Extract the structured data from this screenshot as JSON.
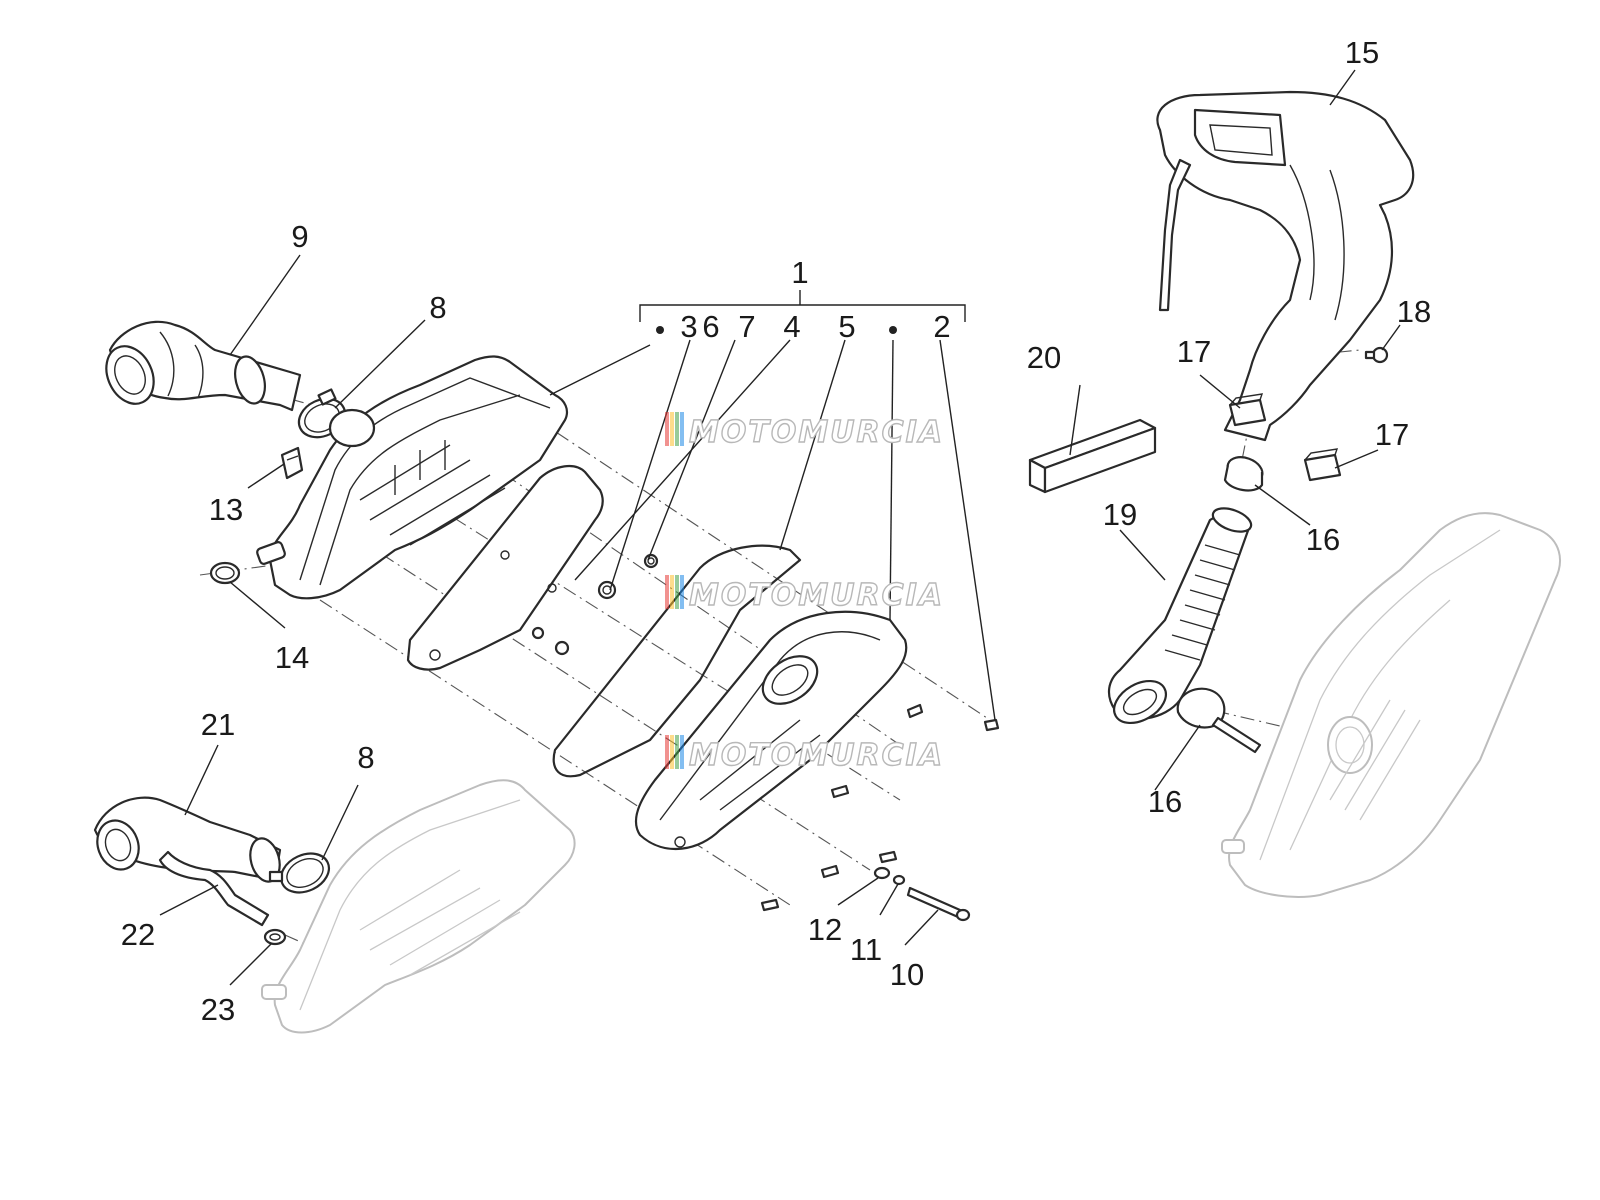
{
  "watermarks": [
    "MOTOMURCIA",
    "MOTOMURCIA",
    "MOTOMURCIA"
  ],
  "watermark_colors": [
    "#e53935",
    "#fbc02d",
    "#43a047",
    "#1e88e5"
  ],
  "callouts": [
    {
      "id": "c1",
      "text": "1"
    },
    {
      "id": "c2",
      "text": "2"
    },
    {
      "id": "c3",
      "text": "3"
    },
    {
      "id": "c4",
      "text": "4"
    },
    {
      "id": "c5",
      "text": "5"
    },
    {
      "id": "c6",
      "text": "6"
    },
    {
      "id": "c7",
      "text": "7"
    },
    {
      "id": "c8a",
      "text": "8"
    },
    {
      "id": "c8b",
      "text": "8"
    },
    {
      "id": "c9",
      "text": "9"
    },
    {
      "id": "c10",
      "text": "10"
    },
    {
      "id": "c11",
      "text": "11"
    },
    {
      "id": "c12",
      "text": "12"
    },
    {
      "id": "c13",
      "text": "13"
    },
    {
      "id": "c14",
      "text": "14"
    },
    {
      "id": "c15",
      "text": "15"
    },
    {
      "id": "c16a",
      "text": "16"
    },
    {
      "id": "c16b",
      "text": "16"
    },
    {
      "id": "c17a",
      "text": "17"
    },
    {
      "id": "c17b",
      "text": "17"
    },
    {
      "id": "c18",
      "text": "18"
    },
    {
      "id": "c19",
      "text": "19"
    },
    {
      "id": "c20",
      "text": "20"
    },
    {
      "id": "c21",
      "text": "21"
    },
    {
      "id": "c22",
      "text": "22"
    },
    {
      "id": "c23",
      "text": "23"
    }
  ]
}
